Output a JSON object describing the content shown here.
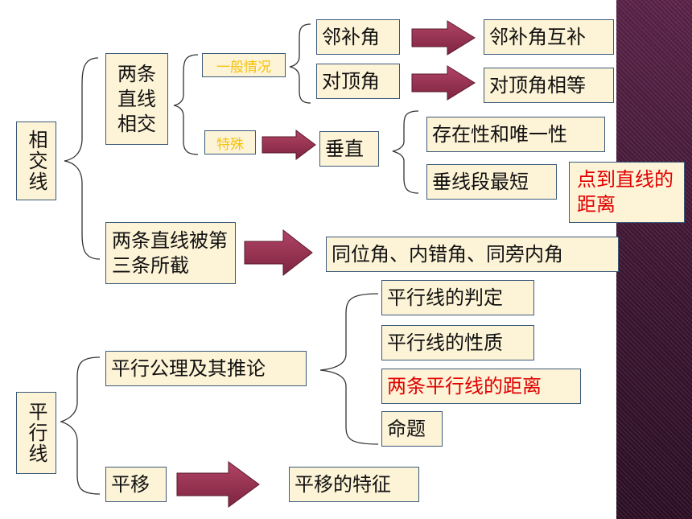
{
  "nodes": {
    "xiangjiaoxian": "相交线",
    "liangtiao_zhixian_xiangjiao": "两条直线相交",
    "yiban_qingkuang": "一般情况",
    "teshu": "特殊",
    "linbujiao": "邻补角",
    "duidingjiao": "对顶角",
    "linbujiao_hubu": "邻补角互补",
    "duidingjiao_xiangdeng": "对顶角相等",
    "chuizhi": "垂直",
    "cunzaixing": "存在性和唯一性",
    "chuixianduan": "垂线段最短",
    "diandao_zhixian": "点到直线的距离",
    "disantiao_suojie": "两条直线被第三条所截",
    "tongweijiao": "同位角、内错角、同旁内角",
    "pingxingxian": "平行线",
    "gongli": "平行公理及其推论",
    "panding": "平行线的判定",
    "xingzhi": "平行线的性质",
    "pingxing_juli": "两条平行线的距离",
    "mingti": "命题",
    "pingyi": "平移",
    "pingyi_tezheng": "平移的特征"
  },
  "colors": {
    "box_fill": "#fdf3d6",
    "box_border": "#3b5a7a",
    "arrow": "#9b2f4f",
    "highlight_text": "#e00000",
    "note_text": "#f4c20d",
    "side_panel": "#4a1b3c"
  }
}
